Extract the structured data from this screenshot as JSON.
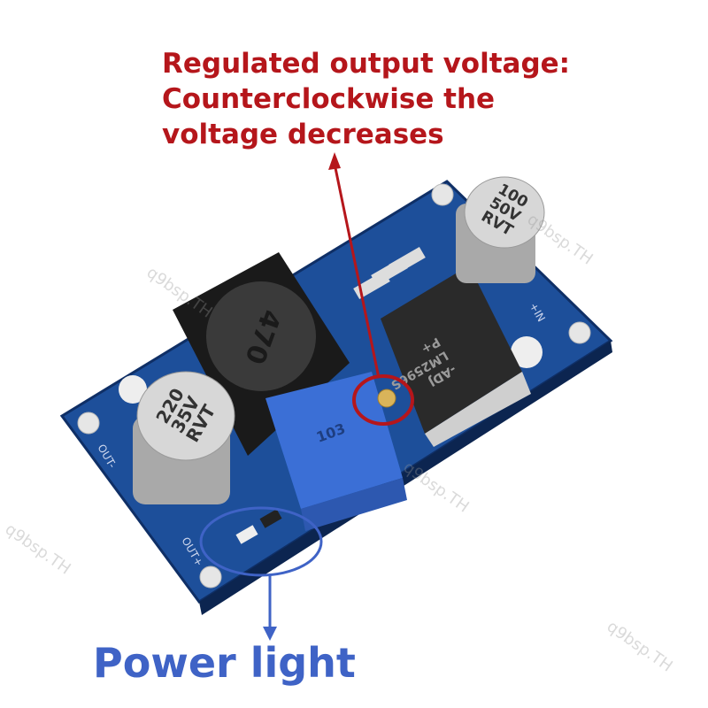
{
  "annotations": {
    "regulated_line1": "Regulated output voltage:",
    "regulated_line2": "Counterclockwise the",
    "regulated_line3": "voltage decreases",
    "power_light": "Power light",
    "red_color": "#b5161b",
    "blue_color": "#3f63c6"
  },
  "board": {
    "cap_right": [
      "100",
      "50V",
      "RVT"
    ],
    "cap_left": [
      "220",
      "35V",
      "RVT"
    ],
    "inductor": "470",
    "chip": [
      "LM2596S",
      "-ADJ",
      "P+"
    ],
    "pot": "103",
    "pin_labels": {
      "in_plus": "+IN",
      "out_minus": "OUT-",
      "out_plus": "OUT+"
    },
    "pcb_color": "#1d4f9a"
  },
  "watermark": "q9bsp.TH"
}
